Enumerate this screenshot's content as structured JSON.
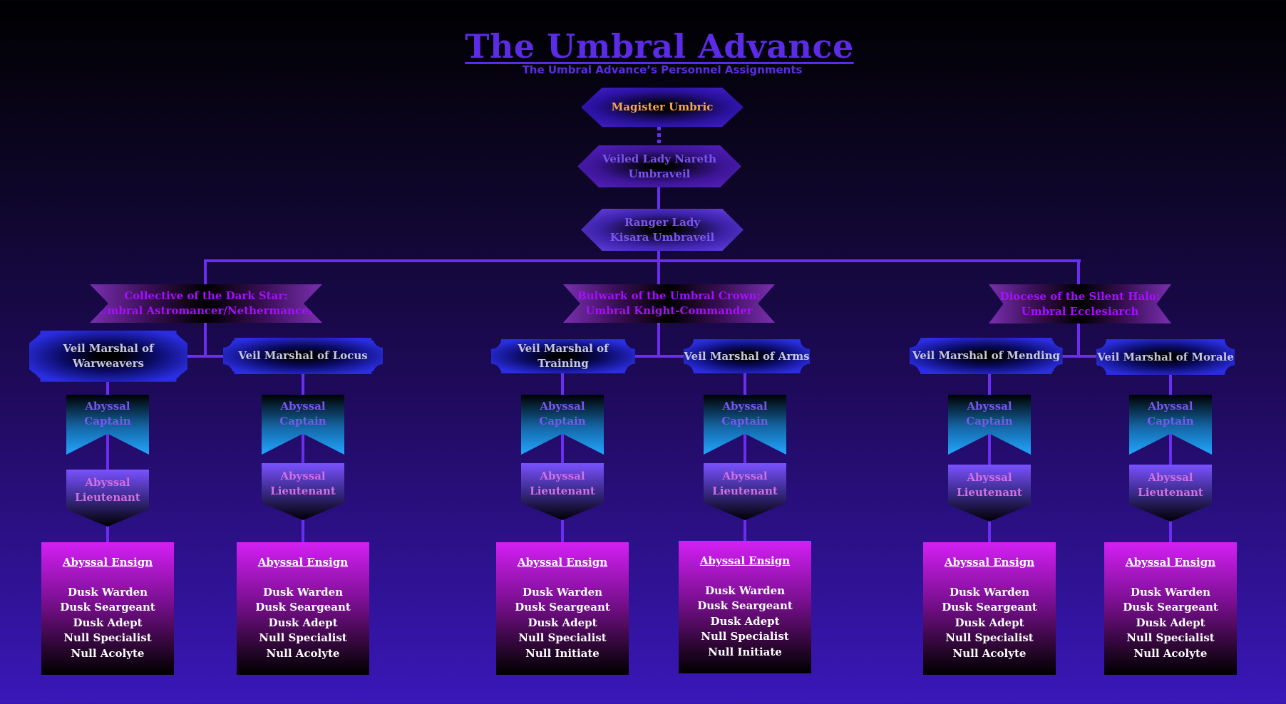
{
  "header": {
    "title": "The Umbral Advance",
    "subtitle": "The Umbral Advance’s Personnel Assignments"
  },
  "leaders": {
    "top": "Magister Umbric",
    "second": "Veiled Lady Nareth Umbraveil",
    "third": "Ranger Lady Kisara Umbraveil"
  },
  "divisions": [
    {
      "name": "Collective of the Dark Star:",
      "title": "Umbral Astromancer/Nethermancer",
      "marshals": [
        "Veil Marshal of Warweavers",
        "Veil Marshal of Locus"
      ]
    },
    {
      "name": "Bulwark of the Umbral Crown:",
      "title": "Umbral Knight-Commander",
      "marshals": [
        "Veil Marshal of Training",
        "Veil Marshal of Arms"
      ]
    },
    {
      "name": "Diocese of the Silent Halo:",
      "title": "Umbral Ecclesiarch",
      "marshals": [
        "Veil Marshal of Mending",
        "Veil Marshal of Morale"
      ]
    }
  ],
  "columns": [
    {
      "captain": "Abyssal Captain",
      "lieutenant": "Abyssal Lieutenant",
      "ensign": "Abyssal Ensign",
      "ranks": [
        "Dusk Warden",
        "Dusk Seargeant",
        "Dusk Adept",
        "Null Specialist",
        "Null Acolyte"
      ]
    },
    {
      "captain": "Abyssal Captain",
      "lieutenant": "Abyssal Lieutenant",
      "ensign": "Abyssal Ensign",
      "ranks": [
        "Dusk Warden",
        "Dusk Seargeant",
        "Dusk Adept",
        "Null Specialist",
        "Null Acolyte"
      ]
    },
    {
      "captain": "Abyssal Captain",
      "lieutenant": "Abyssal Lieutenant",
      "ensign": "Abyssal Ensign",
      "ranks": [
        "Dusk Warden",
        "Dusk Seargeant",
        "Dusk Adept",
        "Null Specialist",
        "Null Initiate"
      ]
    },
    {
      "captain": "Abyssal Captain",
      "lieutenant": "Abyssal Lieutenant",
      "ensign": "Abyssal Ensign",
      "ranks": [
        "Dusk Warden",
        "Dusk Seargeant",
        "Dusk Adept",
        "Null Specialist",
        "Null Initiate"
      ]
    },
    {
      "captain": "Abyssal Captain",
      "lieutenant": "Abyssal Lieutenant",
      "ensign": "Abyssal Ensign",
      "ranks": [
        "Dusk Warden",
        "Dusk Seargeant",
        "Dusk Adept",
        "Null Specialist",
        "Null Acolyte"
      ]
    },
    {
      "captain": "Abyssal Captain",
      "lieutenant": "Abyssal Lieutenant",
      "ensign": "Abyssal Ensign",
      "ranks": [
        "Dusk Warden",
        "Dusk Seargeant",
        "Dusk Adept",
        "Null Specialist",
        "Null Acolyte"
      ]
    }
  ],
  "colors": {
    "connector": "#6a2ef0",
    "title": "#5b2be6",
    "top_leader_text": "#f5a94a",
    "division_text": "#a40fff",
    "marshal_text": "#c8c8d8"
  }
}
